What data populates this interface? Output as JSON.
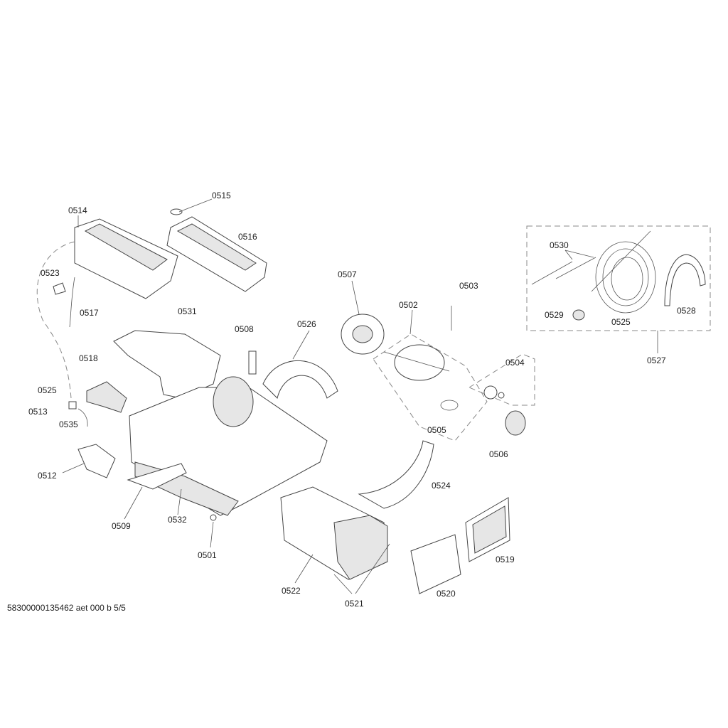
{
  "footer": "58300000135462 aet 000 b 5/5",
  "labels": {
    "p0514": "0514",
    "p0515": "0515",
    "p0516": "0516",
    "p0523": "0523",
    "p0517": "0517",
    "p0531": "0531",
    "p0508": "0508",
    "p0526": "0526",
    "p0507": "0507",
    "p0502": "0502",
    "p0503": "0503",
    "p0530": "0530",
    "p0529": "0529",
    "p0525a": "0525",
    "p0528": "0528",
    "p0527": "0527",
    "p0504": "0504",
    "p0518": "0518",
    "p0525b": "0525",
    "p0513": "0513",
    "p0535": "0535",
    "p0505": "0505",
    "p0506": "0506",
    "p0512": "0512",
    "p0524": "0524",
    "p0509": "0509",
    "p0532": "0532",
    "p0501": "0501",
    "p0519": "0519",
    "p0522": "0522",
    "p0520": "0520",
    "p0521": "0521"
  }
}
